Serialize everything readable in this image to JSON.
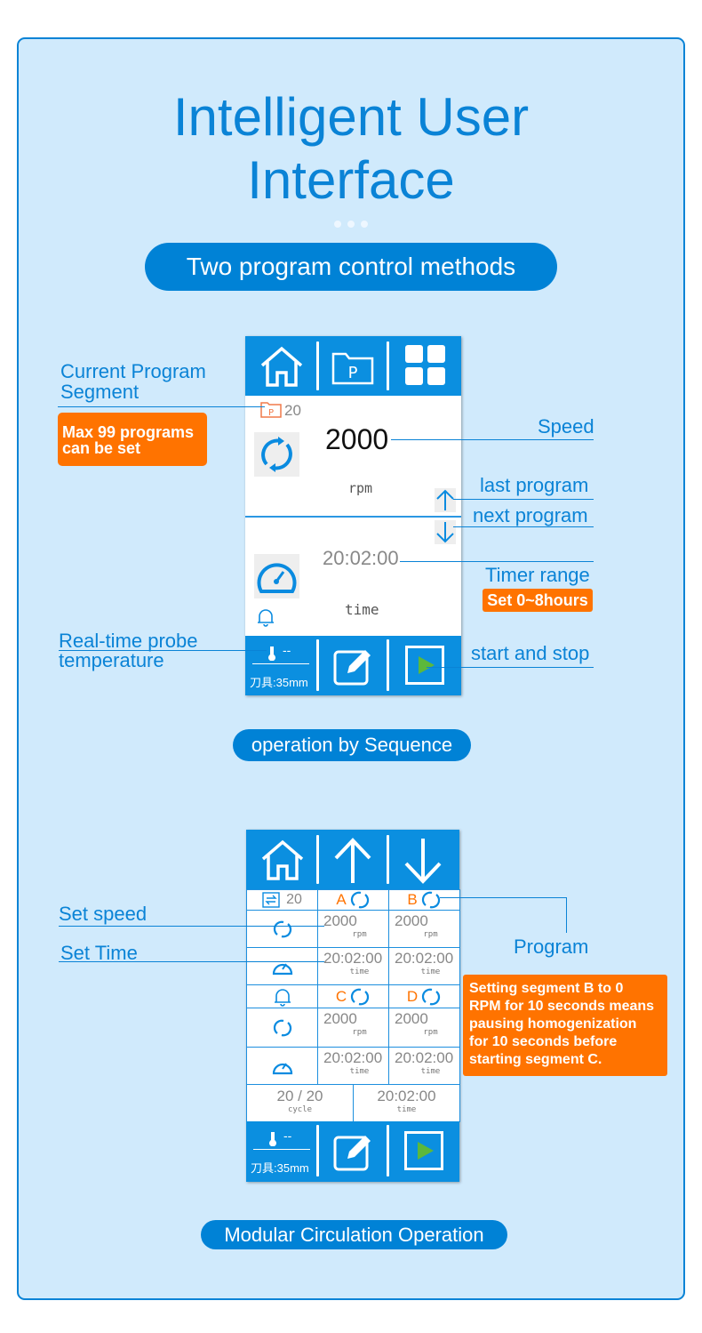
{
  "title": {
    "line1": "Intelligent User",
    "line2": "Interface"
  },
  "section_pill": "Two program control methods",
  "screen1": {
    "program_segment": "20",
    "speed": "2000",
    "speed_unit": "rpm",
    "time": "20:02:00",
    "time_unit": "time",
    "temperature": "--",
    "tool": "刀具:35mm"
  },
  "annotations1": {
    "current_program_segment": [
      "Current Program",
      "Segment"
    ],
    "max_programs": [
      "Max 99 programs",
      "can be set"
    ],
    "speed": "Speed",
    "last_program": "last program",
    "next_program": "next program",
    "timer_range": "Timer range",
    "timer_range_note": "Set 0~8hours",
    "probe_temperature": [
      "Real-time probe",
      "temperature"
    ],
    "start_stop": "start and stop"
  },
  "pill_sequence": "operation by Sequence",
  "screen2": {
    "cycle_count": "20",
    "segments": [
      {
        "label": "A",
        "speed": "2000",
        "speed_unit": "rpm",
        "time": "20:02:00",
        "time_unit": "time"
      },
      {
        "label": "B",
        "speed": "2000",
        "speed_unit": "rpm",
        "time": "20:02:00",
        "time_unit": "time"
      },
      {
        "label": "C",
        "speed": "2000",
        "speed_unit": "rpm",
        "time": "20:02:00",
        "time_unit": "time"
      },
      {
        "label": "D",
        "speed": "2000",
        "speed_unit": "rpm",
        "time": "20:02:00",
        "time_unit": "time"
      }
    ],
    "cycle": "20 / 20",
    "cycle_unit": "cycle",
    "total_time": "20:02:00",
    "total_time_unit": "time",
    "temperature": "--",
    "tool": "刀具:35mm"
  },
  "annotations2": {
    "set_speed": "Set speed",
    "set_time": "Set Time",
    "program": "Program",
    "note": [
      "Setting segment B to 0",
      "RPM for 10 seconds means",
      "pausing homogenization",
      "for 10 seconds before",
      "starting segment C."
    ]
  },
  "pill_modular": "Modular Circulation Operation",
  "colors": {
    "accent": "#0a83d6",
    "background": "#d0eafc",
    "orange": "#ff7300",
    "play": "#5cb83c"
  }
}
